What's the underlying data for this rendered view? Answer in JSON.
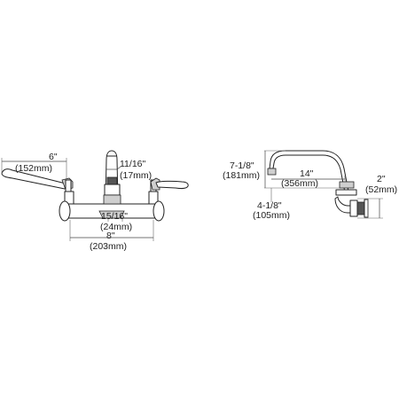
{
  "front_view": {
    "handle_length": {
      "imperial": "6\"",
      "metric": "(152mm)"
    },
    "spout_size": {
      "imperial": "11/16\"",
      "metric": "(17mm)"
    },
    "body_size": {
      "imperial": "15/16\"",
      "metric": "(24mm)"
    },
    "centers": {
      "imperial": "8\"",
      "metric": "(203mm)"
    }
  },
  "side_view": {
    "spout_height": {
      "imperial": "7-1/8\"",
      "metric": "(181mm)"
    },
    "spout_reach": {
      "imperial": "14\"",
      "metric": "(356mm)"
    },
    "wall_offset": {
      "imperial": "4-1/8\"",
      "metric": "(105mm)"
    },
    "flange_depth": {
      "imperial": "2\"",
      "metric": "(52mm)"
    }
  },
  "colors": {
    "line": "#222222",
    "shade": "#cfcfcf",
    "dark": "#555555"
  }
}
